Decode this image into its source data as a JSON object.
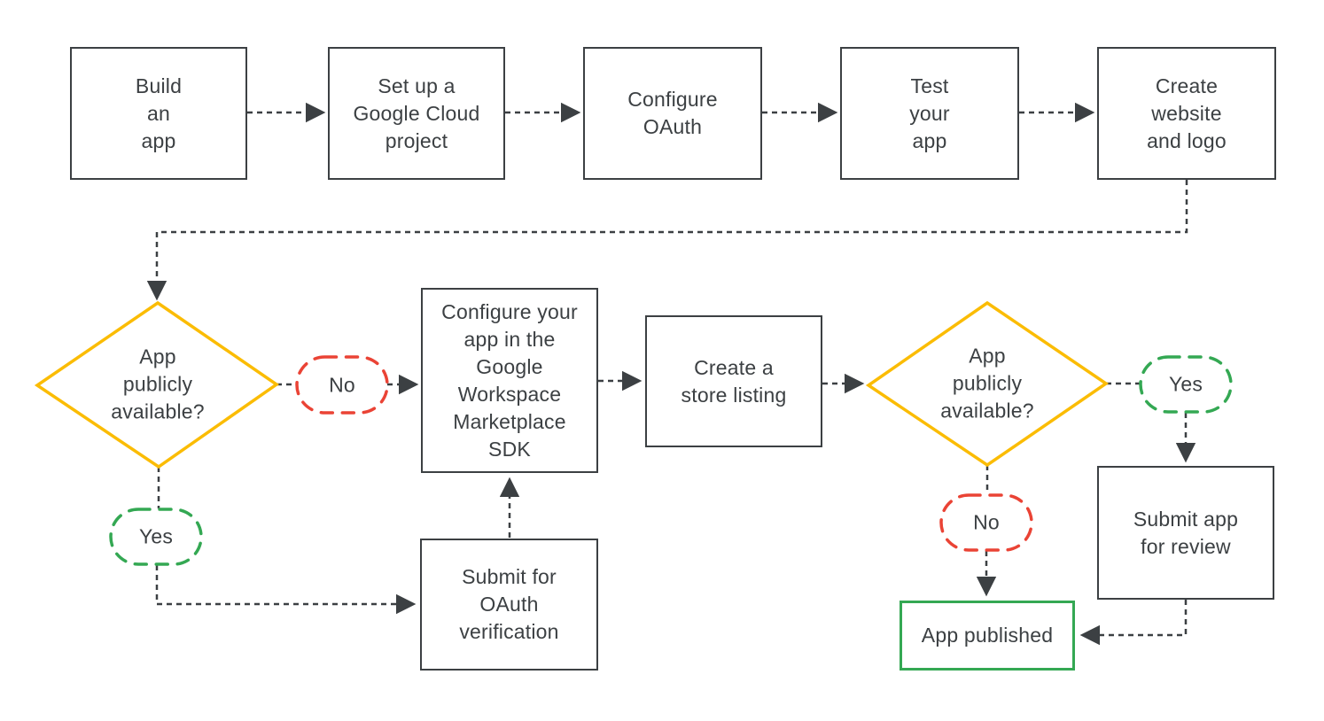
{
  "colors": {
    "line": "#3C4043",
    "text": "#3C4043",
    "yellow": "#FBBC04",
    "red": "#EA4335",
    "green": "#34A853",
    "bg": "#FFFFFF"
  },
  "nodes": {
    "build_app": {
      "label": "Build\nan\napp"
    },
    "setup_project": {
      "label": "Set up a\nGoogle Cloud\nproject"
    },
    "configure_oauth": {
      "label": "Configure\nOAuth"
    },
    "test_app": {
      "label": "Test\nyour\napp"
    },
    "create_website": {
      "label": "Create\nwebsite\nand logo"
    },
    "configure_sdk": {
      "label": "Configure your\napp in the\nGoogle\nWorkspace\nMarketplace\nSDK"
    },
    "store_listing": {
      "label": "Create a\nstore listing"
    },
    "submit_oauth": {
      "label": "Submit for\nOAuth\nverification"
    },
    "submit_review": {
      "label": "Submit app\nfor review"
    },
    "app_published": {
      "label": "App published"
    }
  },
  "decisions": {
    "availability_1": {
      "label": "App\npublicly\navailable?"
    },
    "availability_2": {
      "label": "App\npublicly\navailable?"
    }
  },
  "edge_labels": {
    "no_1": "No",
    "yes_1": "Yes",
    "yes_2": "Yes",
    "no_2": "No"
  }
}
